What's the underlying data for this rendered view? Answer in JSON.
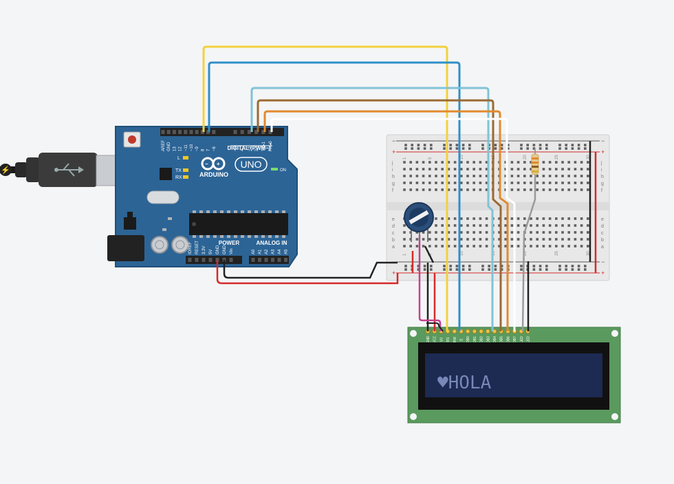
{
  "colors": {
    "background": "#f4f5f6",
    "arduino_board": "#2c6496",
    "breadboard": "#e8e8e8",
    "lcd_pcb": "#5a9a5e",
    "lcd_screen": "#1d2a52",
    "lcd_text": "#7886b8",
    "wire_yellow": "#f2d13d",
    "wire_blue": "#2f8fc8",
    "wire_lightblue": "#7fc3d6",
    "wire_brown": "#9a6a33",
    "wire_orange": "#e08a2e",
    "wire_white": "#ffffff",
    "wire_red": "#d42a2a",
    "wire_black": "#222222",
    "wire_magenta": "#c4408e",
    "wire_gray": "#9a9a9a"
  },
  "arduino": {
    "brand": "ARDUINO",
    "model": "UNO",
    "digital_header": "DIGITAL (PWM~)",
    "power_header": "POWER",
    "analog_header": "ANALOG IN",
    "on_label": "ON",
    "led_l": "L",
    "led_tx": "TX",
    "led_rx": "RX",
    "digital_pins": [
      "AREF",
      "GND",
      "13",
      "12",
      "~11",
      "~10",
      "~9",
      "8",
      "7",
      "~6",
      "~5",
      "4",
      "~3",
      "2",
      "TX▸1",
      "RX◂0"
    ],
    "power_pins": [
      "IOREF",
      "RESET",
      "3.3V",
      "5V",
      "GND",
      "GND",
      "Vin"
    ],
    "analog_pins": [
      "A0",
      "A1",
      "A2",
      "A3",
      "A4",
      "A5"
    ]
  },
  "breadboard": {
    "row_letters_top": [
      "j",
      "i",
      "h",
      "g",
      "f"
    ],
    "row_letters_bottom": [
      "e",
      "d",
      "c",
      "b",
      "a"
    ],
    "column_numbers": [
      "1",
      "5",
      "10",
      "15",
      "20",
      "25",
      "30"
    ],
    "rail_plus": "+",
    "rail_minus": "−"
  },
  "lcd": {
    "display_text": "♥HOLA",
    "pin_labels": [
      "GND",
      "VCC",
      "V0",
      "RS",
      "RW",
      "E",
      "DB0",
      "DB1",
      "DB2",
      "DB3",
      "DB4",
      "DB5",
      "DB6",
      "DB7",
      "LED",
      "LED"
    ]
  }
}
